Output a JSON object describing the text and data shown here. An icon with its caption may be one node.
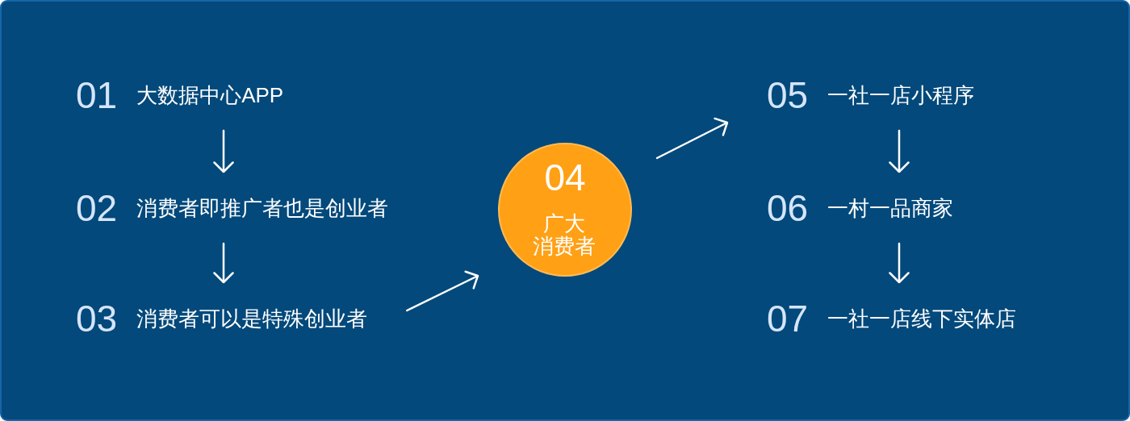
{
  "diagram": {
    "nodes": [
      {
        "text": [
          "01",
          "大数据中心APP"
        ]
      },
      {
        "text": [
          "02",
          "消费者即推广者也是创业者"
        ]
      },
      {
        "text": [
          "03",
          "消费者可以是特殊创业者"
        ]
      },
      {
        "text": [
          "04",
          "广大消费者"
        ]
      },
      {
        "text": [
          "05",
          "一社一店小程序"
        ]
      },
      {
        "text": [
          "06",
          "一村一品商家"
        ]
      },
      {
        "text": [
          "07",
          "一社一店线下实体店"
        ]
      }
    ],
    "edges": [
      {
        "from": 0,
        "to": 1,
        "arrow": "to"
      },
      {
        "from": 1,
        "to": 2,
        "arrow": "to"
      },
      {
        "from": 2,
        "to": 3,
        "arrow": "to"
      },
      {
        "from": 3,
        "to": 4,
        "arrow": "to"
      },
      {
        "from": 4,
        "to": 5,
        "arrow": "to"
      },
      {
        "from": 5,
        "to": 6,
        "arrow": "to"
      }
    ]
  }
}
